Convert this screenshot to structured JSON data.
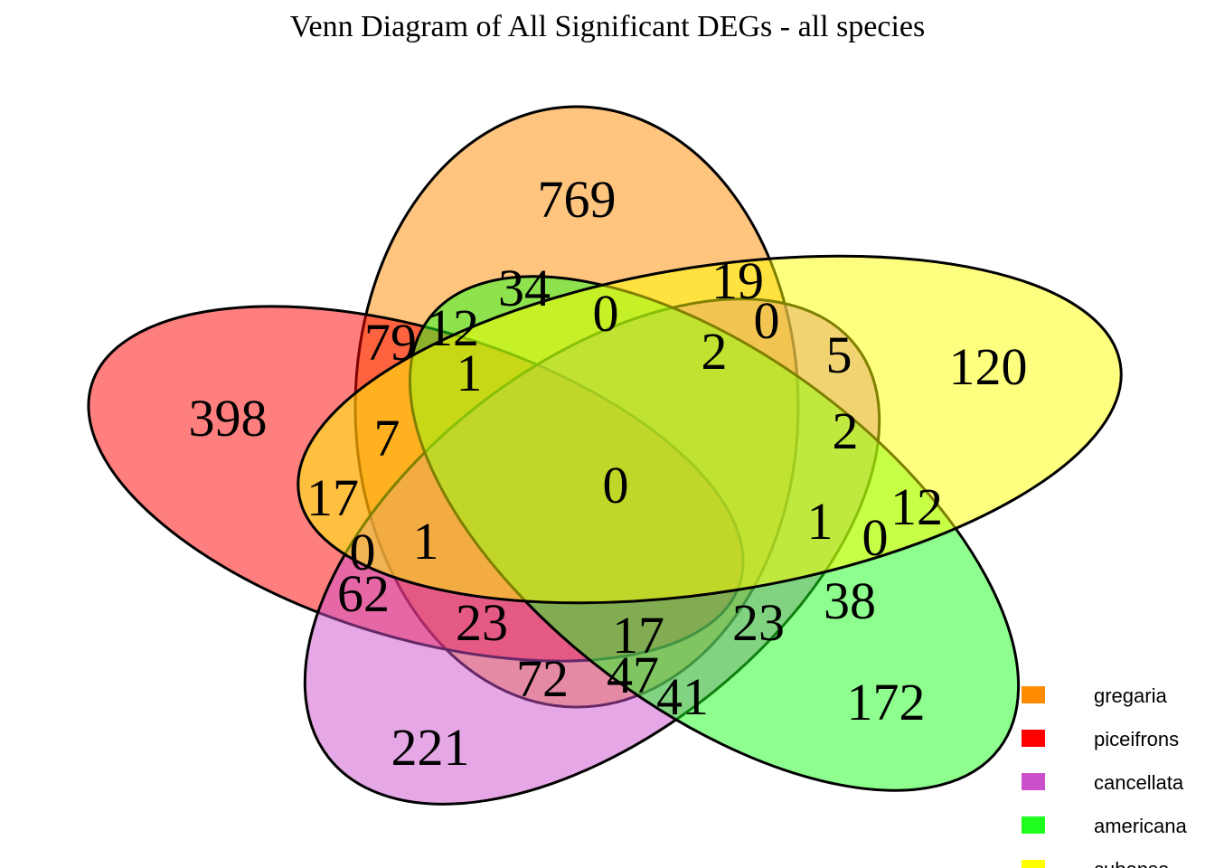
{
  "title": "Venn Diagram of All Significant DEGs - all species",
  "sets": [
    {
      "key": "gregaria",
      "name": "gregaria",
      "color": "#FF8C00"
    },
    {
      "key": "piceifrons",
      "name": "piceifrons",
      "color": "#FF0000"
    },
    {
      "key": "cancellata",
      "name": "cancellata",
      "color": "#CC4FCC"
    },
    {
      "key": "americana",
      "name": "americana",
      "color": "#1EFF1E"
    },
    {
      "key": "cubense",
      "name": "cubense",
      "color": "#FFFF00"
    }
  ],
  "regions": [
    {
      "id": "gregaria-only",
      "value": "769"
    },
    {
      "id": "piceifrons-only",
      "value": "398"
    },
    {
      "id": "cubense-only",
      "value": "120"
    },
    {
      "id": "americana-only",
      "value": "172"
    },
    {
      "id": "cancellata-only",
      "value": "221"
    },
    {
      "id": "center",
      "value": "0"
    },
    {
      "id": "r-34",
      "value": "34"
    },
    {
      "id": "r-19",
      "value": "19"
    },
    {
      "id": "r-0a",
      "value": "0"
    },
    {
      "id": "r-0b",
      "value": "0"
    },
    {
      "id": "r-79",
      "value": "79"
    },
    {
      "id": "r-12a",
      "value": "12"
    },
    {
      "id": "r-2a",
      "value": "2"
    },
    {
      "id": "r-5",
      "value": "5"
    },
    {
      "id": "r-1a",
      "value": "1"
    },
    {
      "id": "r-7",
      "value": "7"
    },
    {
      "id": "r-2b",
      "value": "2"
    },
    {
      "id": "r-17a",
      "value": "17"
    },
    {
      "id": "r-12b",
      "value": "12"
    },
    {
      "id": "r-1b",
      "value": "1"
    },
    {
      "id": "r-1c",
      "value": "1"
    },
    {
      "id": "r-0c",
      "value": "0"
    },
    {
      "id": "r-0d",
      "value": "0"
    },
    {
      "id": "r-62",
      "value": "62"
    },
    {
      "id": "r-38",
      "value": "38"
    },
    {
      "id": "r-23a",
      "value": "23"
    },
    {
      "id": "r-17b",
      "value": "17"
    },
    {
      "id": "r-23b",
      "value": "23"
    },
    {
      "id": "r-72",
      "value": "72"
    },
    {
      "id": "r-47",
      "value": "47"
    },
    {
      "id": "r-41",
      "value": "41"
    }
  ]
}
